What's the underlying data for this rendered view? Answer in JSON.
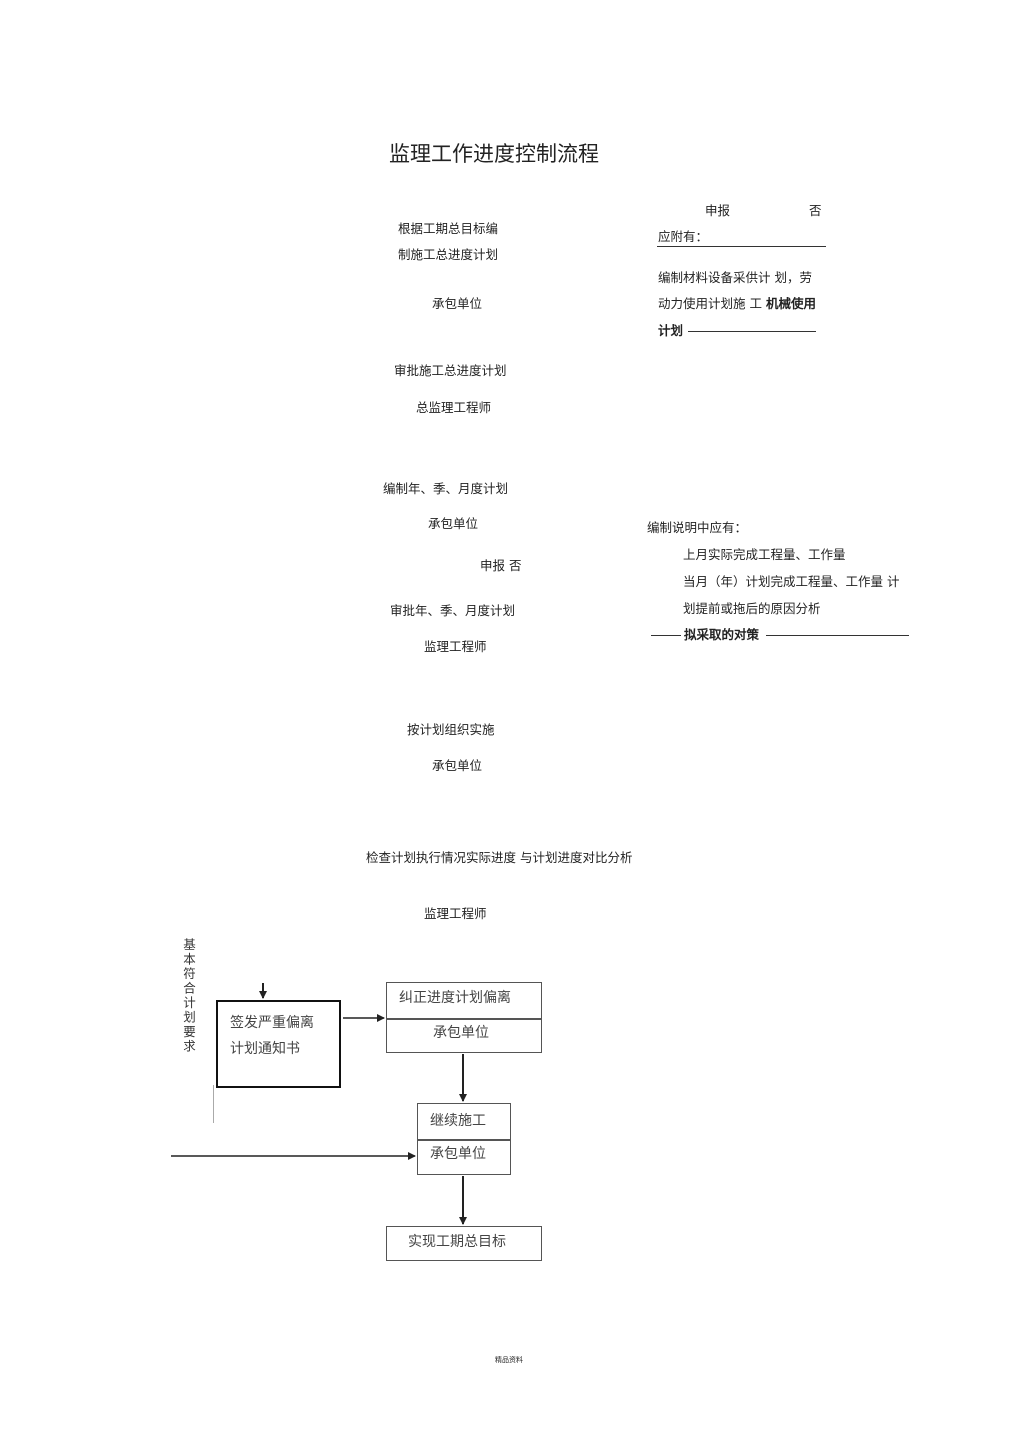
{
  "title": "监理工作进度控制流程",
  "steps": {
    "s1_line1": "根据工期总目标编",
    "s1_line2": "制施工总进度计划",
    "s1_party": "承包单位",
    "s2_line1": "审批施工总进度计划",
    "s2_party": "总监理工程师",
    "s3_line1": "编制年、季、月度计划",
    "s3_party": "承包单位",
    "s3_report": "申报  否",
    "s4_line1": "审批年、季、月度计划",
    "s4_party": "监理工程师",
    "s5_line1": "按计划组织实施",
    "s5_party": "承包单位",
    "s6_line1": "检查计划执行情况实际进度 与计划进度对比分析",
    "s6_party": "监理工程师"
  },
  "note1": {
    "report": "申报",
    "no": "否",
    "heading": "应附有：",
    "line1": "编制材料设备采供计 划，劳",
    "line2a": "动力使用计划施 工",
    "line2b": "机械使用",
    "line3": "计划"
  },
  "note2": {
    "heading": "编制说明中应有：",
    "line1": "上月实际完成工程量、工作量",
    "line2": "当月（年）计划完成工程量、工作量 计",
    "line3": "划提前或拖后的原因分析",
    "line4": "拟采取的对策"
  },
  "side_label": "基本符合计划要求",
  "boxes": {
    "serious": [
      "签发严重偏离",
      "计划通知书"
    ],
    "correct_title": "纠正进度计划偏离",
    "correct_party": "承包单位",
    "continue_title": "继续施工",
    "continue_party": "承包单位",
    "goal": "实现工期总目标"
  },
  "footer": "精品资料"
}
